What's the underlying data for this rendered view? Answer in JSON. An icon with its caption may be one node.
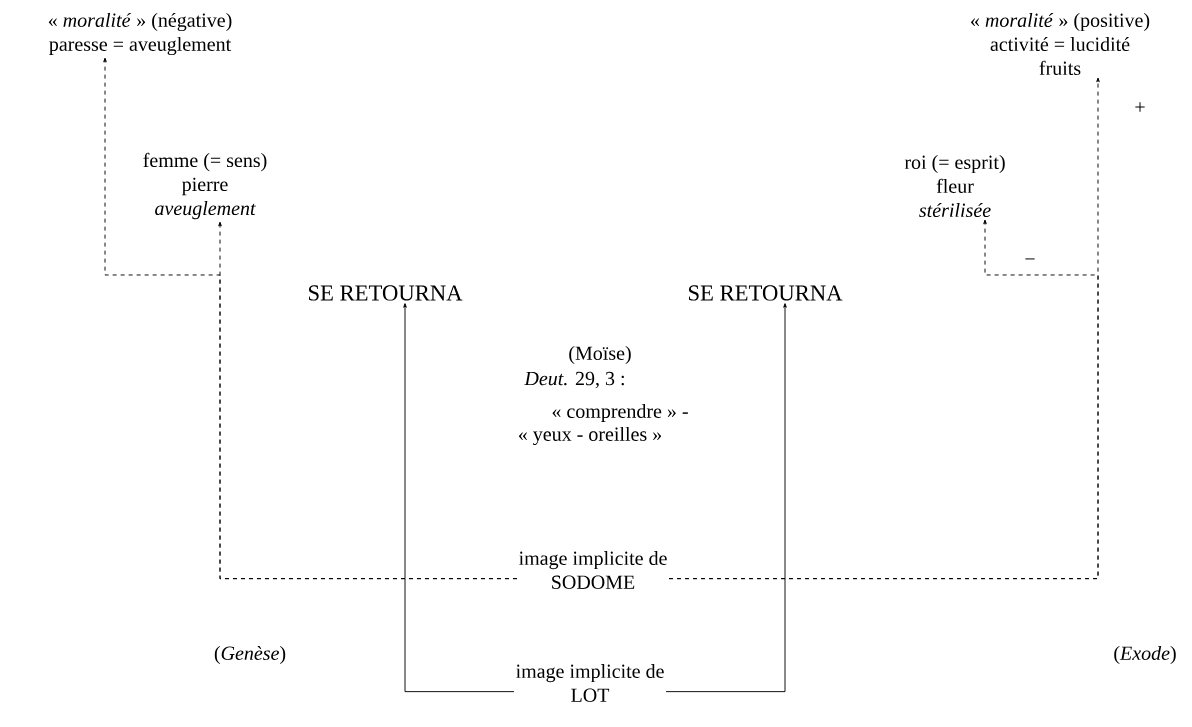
{
  "diagram": {
    "nodes": [
      {
        "text": [
          "« *moralité* » (négative)",
          "paresse = aveuglement"
        ]
      },
      {
        "text": [
          "femme (= sens)",
          "pierre",
          "aveuglement"
        ]
      },
      {
        "text": [
          "« *moralité* » (positive)",
          "activité = lucidité",
          "fruits"
        ]
      },
      {
        "text": [
          "roi (= esprit)",
          "fleur",
          "stérilisée"
        ]
      },
      {
        "text": [
          "SE RETOURNA"
        ]
      },
      {
        "text": [
          "SE RETOURNA"
        ]
      },
      {
        "text": [
          "image implicite de",
          "SODOME"
        ]
      },
      {
        "text": [
          "image implicite de",
          "LOT"
        ]
      }
    ],
    "edges": [
      {
        "from": 6,
        "to": 1,
        "arrow": "to",
        "style": "dashed"
      },
      {
        "from": 6,
        "to": 0,
        "arrow": "to",
        "style": "dashed"
      },
      {
        "from": 6,
        "to": 3,
        "arrow": "to",
        "style": "dashed",
        "label": "−"
      },
      {
        "from": 6,
        "to": 2,
        "arrow": "to",
        "style": "dashed",
        "label": "+"
      },
      {
        "from": 7,
        "to": 4,
        "arrow": "to"
      },
      {
        "from": 7,
        "to": 5,
        "arrow": "to"
      }
    ],
    "labels": [
      "(Moïse)",
      "*Deut.* 29, 3 :",
      "« comprendre » -",
      "« yeux - oreilles »",
      "(*Genèse*)",
      "(*Exode*)"
    ]
  }
}
